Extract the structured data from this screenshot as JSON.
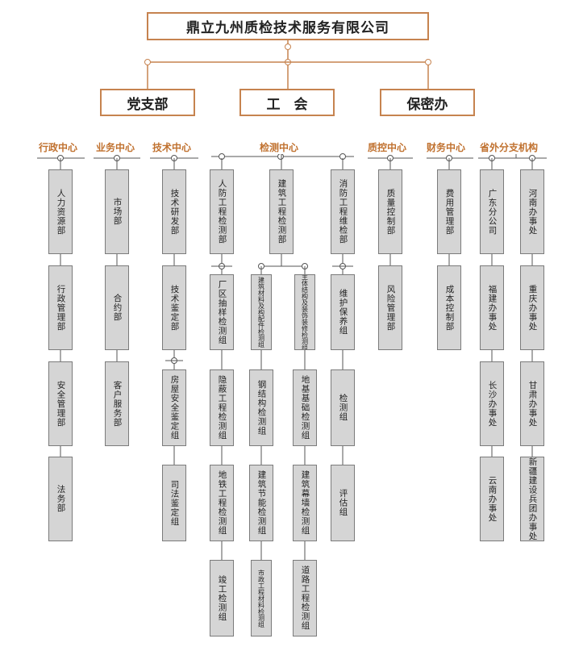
{
  "company": "鼎立九州质检技术服务有限公司",
  "party_units": [
    "党支部",
    "工　会",
    "保密办"
  ],
  "centers": [
    {
      "label": "行政中心",
      "columns": [
        [
          "人力资源部",
          "行政管理部",
          "安全管理部",
          "法务部"
        ]
      ]
    },
    {
      "label": "业务中心",
      "columns": [
        [
          "市场部",
          "合约部",
          "客户服务部"
        ]
      ]
    },
    {
      "label": "技术中心",
      "columns": [
        [
          "技术研发部",
          "技术鉴定部",
          "房屋安全鉴定组",
          "司法鉴定组"
        ]
      ]
    },
    {
      "label": "检测中心",
      "columns": [
        [
          "人防工程检测部",
          "厂区抽样检测组",
          "隐蔽工程检测组",
          "地铁工程检测组",
          "竣工检测组"
        ],
        [
          "建筑工程检测部",
          "建筑材料及构配件检测组",
          "钢结构检测组",
          "建筑节能检测组",
          "市政工程材料检测组"
        ],
        [
          "主体结构及装饰装修检测组",
          "地基基础检测组",
          "建筑幕墙检测组",
          "道路工程检测组"
        ],
        [
          "消防工程维检部",
          "维护保养组",
          "检测组",
          "评估组"
        ]
      ]
    },
    {
      "label": "质控中心",
      "columns": [
        [
          "质量控制部",
          "风险管理部"
        ]
      ]
    },
    {
      "label": "财务中心",
      "columns": [
        [
          "费用管理部",
          "成本控制部"
        ]
      ]
    },
    {
      "label": "省外分支机构",
      "columns": [
        [
          "广东分公司",
          "福建办事处",
          "长沙办事处",
          "云南办事处"
        ],
        [
          "河南办事处",
          "重庆办事处",
          "甘肃办事处",
          "新疆建设兵团办事处"
        ]
      ]
    }
  ],
  "colors": {
    "accent": "#c6834f",
    "label": "#c0712f",
    "line": "#555555",
    "box_fill": "#d5d5d5",
    "box_border": "#7b7b7b"
  }
}
